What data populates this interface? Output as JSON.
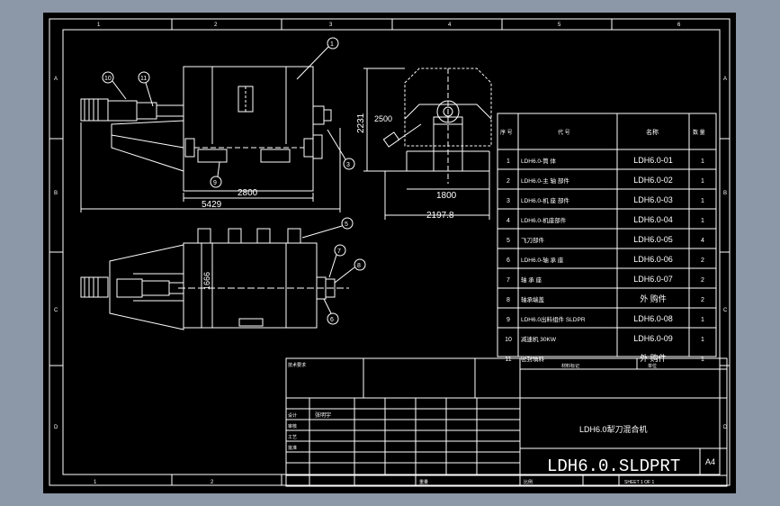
{
  "frame": {
    "top_zones": [
      "1",
      "2",
      "3",
      "4",
      "5",
      "6"
    ],
    "side_zones": [
      "A",
      "B",
      "C",
      "D"
    ],
    "bottom_zones": [
      "1",
      "2"
    ]
  },
  "front_view": {
    "balloons": [
      "10",
      "11",
      "1",
      "3",
      "9"
    ],
    "dim_2800": "2800",
    "dim_5429": "5429"
  },
  "side_view": {
    "dim_2231": "2231",
    "dim_2500": "2500",
    "dim_1800": "1800",
    "dim_21978": "2197.8"
  },
  "top_view": {
    "balloons": [
      "5",
      "7",
      "8",
      "6"
    ],
    "dim_1666": "1666"
  },
  "parts_table": {
    "headers": [
      "序 号",
      "代 号",
      "名称",
      "数 量"
    ],
    "rows": [
      {
        "no": "1",
        "name": "LDH6.0-筒 体",
        "code": "LDH6.0-01",
        "qty": "1"
      },
      {
        "no": "2",
        "name": "LDH6.0-主 轴 部件",
        "code": "LDH6.0-02",
        "qty": "1"
      },
      {
        "no": "3",
        "name": "LDH6.0-机 座 部件",
        "code": "LDH6.0-03",
        "qty": "1"
      },
      {
        "no": "4",
        "name": "LDH6.0-机座部件",
        "code": "LDH6.0-04",
        "qty": "1"
      },
      {
        "no": "5",
        "name": "飞刀部件",
        "code": "LDH6.0-05",
        "qty": "4"
      },
      {
        "no": "6",
        "name": "LDH6.0-轴 承 座",
        "code": "LDH6.0-06",
        "qty": "2"
      },
      {
        "no": "7",
        "name": "轴 承 座",
        "code": "LDH6.0-07",
        "qty": "2"
      },
      {
        "no": "8",
        "name": "轴承端盖",
        "code": "外 购件",
        "qty": "2"
      },
      {
        "no": "9",
        "name": "LDH6.0出料组件 SLDPR",
        "code": "LDH6.0-08",
        "qty": "1"
      },
      {
        "no": "10",
        "name": "减速机 30KW",
        "code": "LDH6.0-09",
        "qty": "1"
      },
      {
        "no": "11",
        "name": "密封填料",
        "code": "外 购件",
        "qty": "1"
      }
    ]
  },
  "title_block": {
    "notes": "技术要求",
    "material": "材料标记",
    "unit": "单位",
    "row_labels": [
      "设计",
      "审核",
      "工艺",
      "批准"
    ],
    "designer": "张明宇",
    "drawing_name": "LDH6.0犁刀混合机",
    "file_name": "LDH6.0.SLDPRT",
    "size": "A4",
    "weight_label": "重量",
    "scale_label": "比例",
    "sheet": "SHEET 1 OF 1"
  }
}
